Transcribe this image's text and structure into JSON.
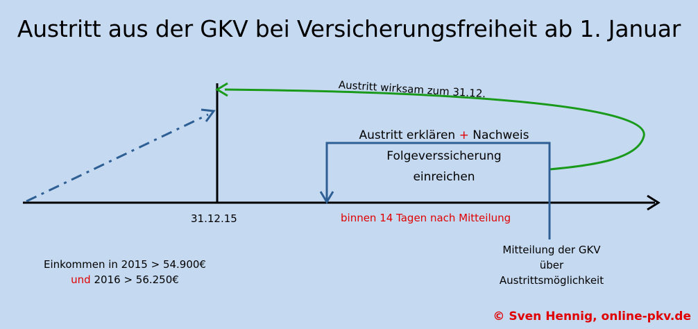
{
  "title": "Austritt aus der GKV bei Versicherungsfreiheit ab 1. Januar",
  "effective_label": "Austritt wirksam zum 31.12.",
  "declare": {
    "part1": "Austritt erklären",
    "plus": "+",
    "part2": "Nachweis",
    "line2": "Folgeverssicherung",
    "line3": "einreichen"
  },
  "date_label": "31.12.15",
  "deadline_label": "binnen 14 Tagen nach Mitteilung",
  "notice": {
    "line1": "Mitteilung der GKV",
    "line2": "über",
    "line3": "Austrittsmöglichkeit"
  },
  "income": {
    "line1": "Einkommen in 2015 > 54.900€",
    "and_word": "und",
    "line2_rest": "2016 > 56.250€"
  },
  "copyright": "© Sven Hennig, online-pkv.de",
  "colors": {
    "background": "#c5d9f1",
    "timeline": "#000000",
    "process_blue": "#2e5f94",
    "effective_green": "#1a9a1a",
    "highlight_red": "#e00000"
  }
}
